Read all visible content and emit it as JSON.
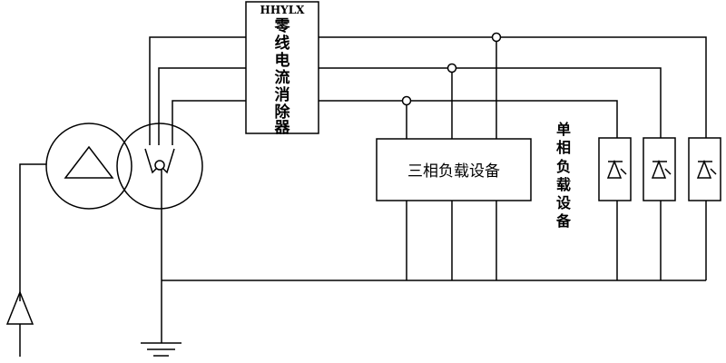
{
  "device_box": {
    "code": "HHYLX",
    "name_chars": [
      "零",
      "线",
      "电",
      "流",
      "消",
      "除",
      "器"
    ]
  },
  "three_phase_box": {
    "label": "三相负载设备"
  },
  "single_phase_label_chars": [
    "单",
    "相",
    "负",
    "载",
    "设",
    "备"
  ],
  "colors": {
    "line": "#000000",
    "background": "#ffffff"
  }
}
